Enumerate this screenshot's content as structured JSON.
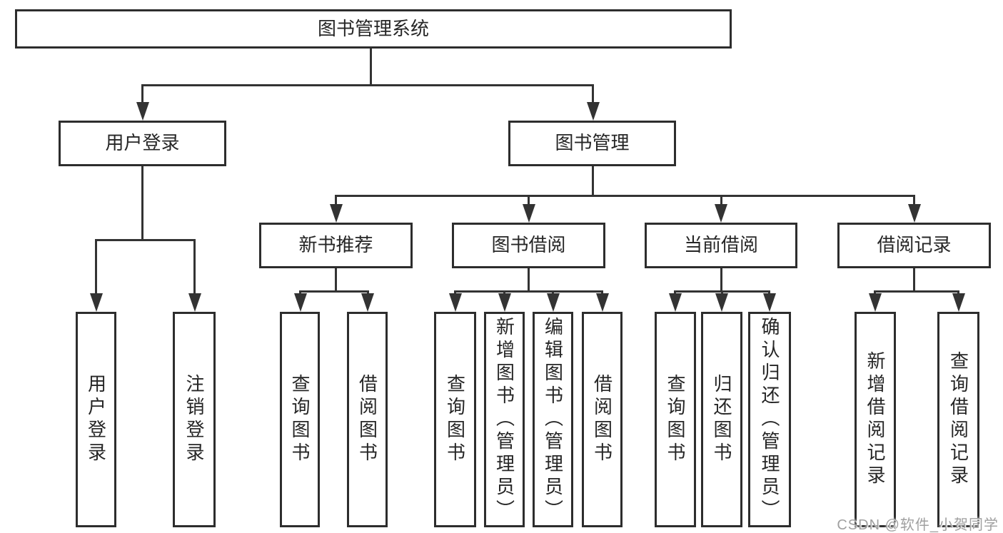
{
  "diagram": {
    "root": "图书管理系统",
    "level2": [
      "用户登录",
      "图书管理"
    ],
    "level3": [
      "新书推荐",
      "图书借阅",
      "当前借阅",
      "借阅记录"
    ],
    "level4": {
      "user_login": [
        "用户登录",
        "注销登录"
      ],
      "new_book_recommend": [
        "查询图书",
        "借阅图书"
      ],
      "book_borrowing": [
        "查询图书",
        "新增图书（管理员）",
        "编辑图书（管理员）",
        "借阅图书"
      ],
      "current_borrowing": [
        "查询图书",
        "归还图书",
        "确认归还（管理员）"
      ],
      "borrowing_records": [
        "新增借阅记录",
        "查询借阅记录"
      ]
    },
    "line_color": "#333333",
    "border_color": "#2d2d2d"
  },
  "watermark": "CSDN @软件_小贺同学"
}
